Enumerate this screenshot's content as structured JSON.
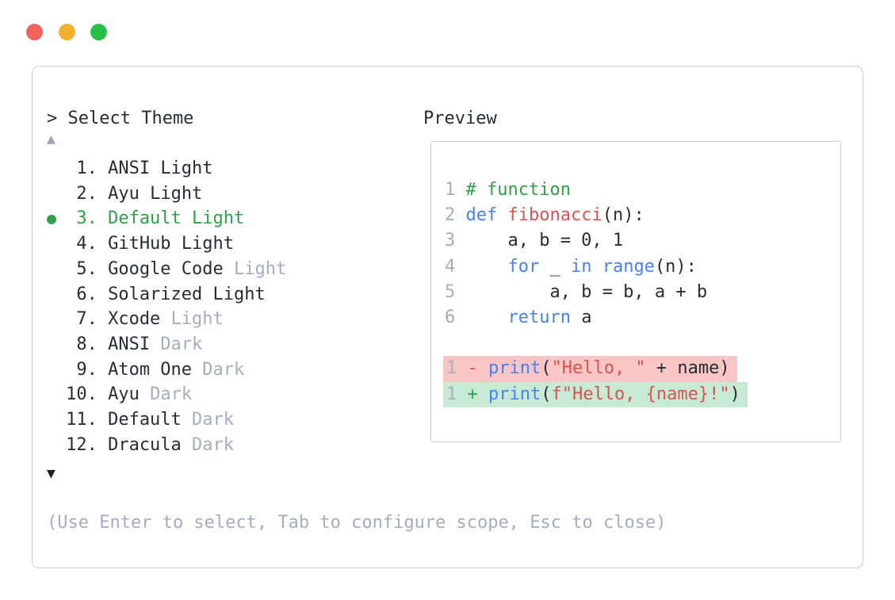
{
  "colors": {
    "text": "#272d36",
    "dim": "#a4aebe",
    "linenum": "#a4aebe",
    "green": "#2fa148",
    "blue": "#4a80f0",
    "red": "#d9534f",
    "diff_removed_bg": "#f7c6c5",
    "diff_added_bg": "#c8ead5",
    "border": "#c9ced8",
    "scroll_up": "#9aa5b6",
    "scroll_down": "#1b2027",
    "traffic_red": "#f2615c",
    "traffic_yellow": "#f0b22e",
    "traffic_green": "#2bbf47"
  },
  "window": {
    "traffic_lights": [
      "close",
      "minimize",
      "maximize"
    ]
  },
  "theme_selector": {
    "prompt": "> Select Theme",
    "scroll_up_icon": "▲",
    "scroll_down_icon": "▼",
    "items": [
      {
        "bullet": "  ",
        "num": " 1. ",
        "name": "ANSI",
        "variant": "Light",
        "variant_dim": false,
        "selected": false
      },
      {
        "bullet": "  ",
        "num": " 2. ",
        "name": "Ayu",
        "variant": "Light",
        "variant_dim": false,
        "selected": false
      },
      {
        "bullet": "● ",
        "num": " 3. ",
        "name": "Default",
        "variant": "Light",
        "variant_dim": false,
        "selected": true
      },
      {
        "bullet": "  ",
        "num": " 4. ",
        "name": "GitHub",
        "variant": "Light",
        "variant_dim": false,
        "selected": false
      },
      {
        "bullet": "  ",
        "num": " 5. ",
        "name": "Google Code",
        "variant": "Light",
        "variant_dim": true,
        "selected": false
      },
      {
        "bullet": "  ",
        "num": " 6. ",
        "name": "Solarized",
        "variant": "Light",
        "variant_dim": false,
        "selected": false
      },
      {
        "bullet": "  ",
        "num": " 7. ",
        "name": "Xcode",
        "variant": "Light",
        "variant_dim": true,
        "selected": false
      },
      {
        "bullet": "  ",
        "num": " 8. ",
        "name": "ANSI",
        "variant": "Dark",
        "variant_dim": true,
        "selected": false
      },
      {
        "bullet": "  ",
        "num": " 9. ",
        "name": "Atom One",
        "variant": "Dark",
        "variant_dim": true,
        "selected": false
      },
      {
        "bullet": "  ",
        "num": "10. ",
        "name": "Ayu",
        "variant": "Dark",
        "variant_dim": true,
        "selected": false
      },
      {
        "bullet": "  ",
        "num": "11. ",
        "name": "Default",
        "variant": "Dark",
        "variant_dim": true,
        "selected": false
      },
      {
        "bullet": "  ",
        "num": "12. ",
        "name": "Dracula",
        "variant": "Dark",
        "variant_dim": true,
        "selected": false
      }
    ],
    "space": " ",
    "hint": "(Use Enter to select, Tab to configure scope, Esc to close)"
  },
  "preview": {
    "label": "Preview",
    "lines": [
      {
        "num": "1",
        "tokens": [
          {
            "t": "# function",
            "c": "green"
          }
        ]
      },
      {
        "num": "2",
        "tokens": [
          {
            "t": "def",
            "c": "blue"
          },
          {
            "t": " ",
            "c": "text"
          },
          {
            "t": "fibonacci",
            "c": "red"
          },
          {
            "t": "(n):",
            "c": "text"
          }
        ]
      },
      {
        "num": "3",
        "tokens": [
          {
            "t": "    a, b = 0, 1",
            "c": "text"
          }
        ]
      },
      {
        "num": "4",
        "tokens": [
          {
            "t": "    ",
            "c": "text"
          },
          {
            "t": "for",
            "c": "blue"
          },
          {
            "t": " _ ",
            "c": "text"
          },
          {
            "t": "in range",
            "c": "blue"
          },
          {
            "t": "(n):",
            "c": "text"
          }
        ]
      },
      {
        "num": "5",
        "tokens": [
          {
            "t": "        a, b = b, a + b",
            "c": "text"
          }
        ]
      },
      {
        "num": "6",
        "tokens": [
          {
            "t": "    ",
            "c": "text"
          },
          {
            "t": "return",
            "c": "blue"
          },
          {
            "t": " a",
            "c": "text"
          }
        ]
      },
      {
        "num": "",
        "tokens": []
      },
      {
        "num": "1",
        "diff": "removed",
        "tokens": [
          {
            "t": "- ",
            "c": "red"
          },
          {
            "t": "print",
            "c": "blue"
          },
          {
            "t": "(",
            "c": "text"
          },
          {
            "t": "\"Hello, \"",
            "c": "red"
          },
          {
            "t": " + name)",
            "c": "text"
          }
        ]
      },
      {
        "num": "1",
        "diff": "added",
        "tokens": [
          {
            "t": "+ ",
            "c": "green"
          },
          {
            "t": "print",
            "c": "blue"
          },
          {
            "t": "(",
            "c": "text"
          },
          {
            "t": "f\"Hello, {name}!\"",
            "c": "red"
          },
          {
            "t": ")",
            "c": "text"
          }
        ]
      }
    ]
  }
}
